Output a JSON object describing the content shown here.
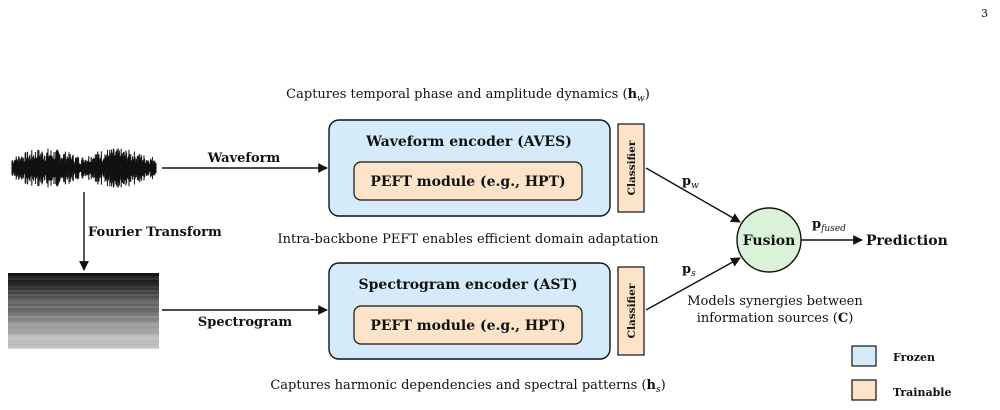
{
  "page_number": "3",
  "captions": {
    "waveform_top": "Captures temporal phase and amplitude dynamics (",
    "waveform_top_var": "h",
    "waveform_top_sub": "w",
    "intra_backbone": "Intra-backbone PEFT enables efficient domain adaptation",
    "spectrogram_bottom": "Captures harmonic dependencies and spectral patterns (",
    "spectrogram_bottom_var": "h",
    "spectrogram_bottom_sub": "s",
    "synergy_line1": "Models synergies between",
    "synergy_line2": "information sources (",
    "synergy_var": "C"
  },
  "edges": {
    "waveform": "Waveform",
    "fourier": "Fourier Transform",
    "spectrogram": "Spectrogram",
    "pw_var": "p",
    "pw_sub": "w",
    "ps_var": "p",
    "ps_sub": "s",
    "pfused_var": "p",
    "pfused_sub": "fused"
  },
  "nodes": {
    "waveform_encoder": "Waveform encoder (AVES)",
    "waveform_peft": "PEFT module (e.g., HPT)",
    "spectrogram_encoder": "Spectrogram encoder (AST)",
    "spectrogram_peft": "PEFT module (e.g., HPT)",
    "classifier_top": "Classifier",
    "classifier_bottom": "Classifier",
    "fusion": "Fusion",
    "prediction": "Prediction"
  },
  "legend": {
    "frozen": "Frozen",
    "trainable": "Trainable"
  },
  "colors": {
    "frozen": "#d6ebfa",
    "trainable": "#fde3c8",
    "fusion": "#d9f2d9"
  }
}
